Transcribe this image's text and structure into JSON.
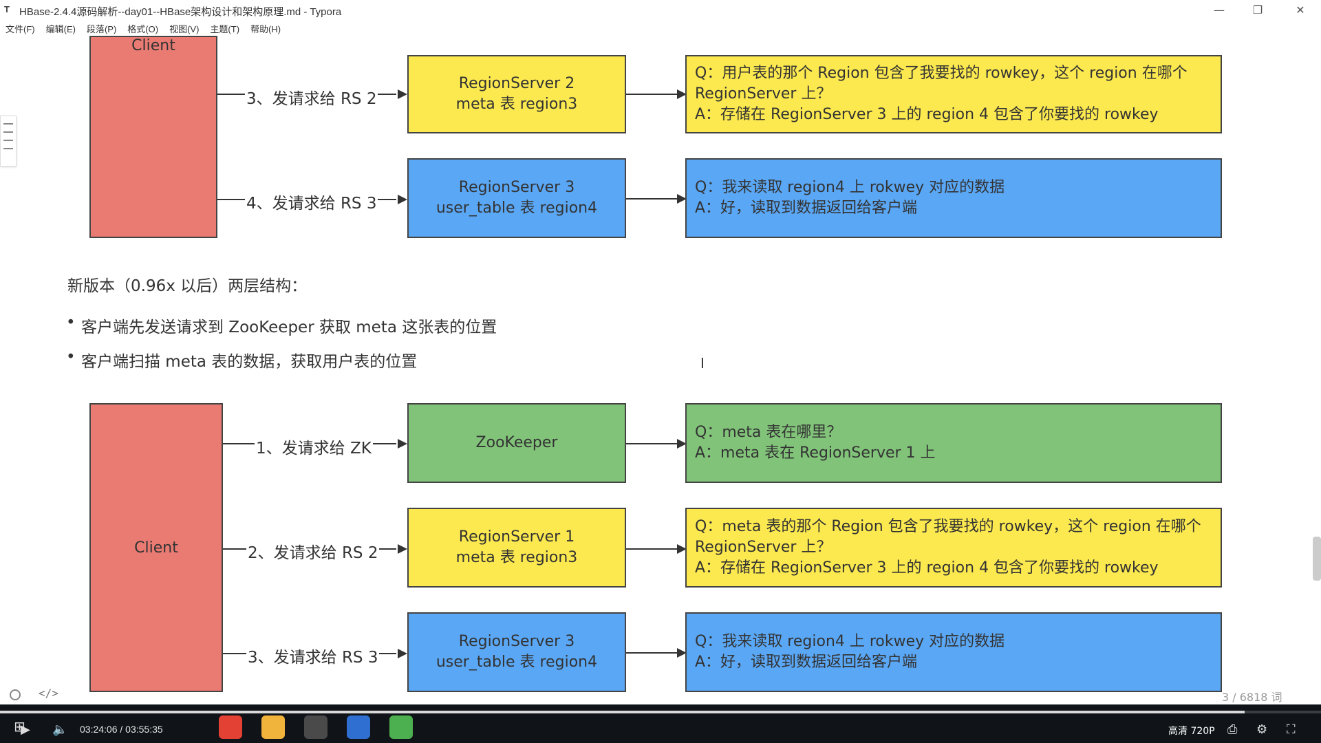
{
  "window": {
    "app_icon": "T",
    "title": "HBase-2.4.4源码解析--day01--HBase架构设计和架构原理.md - Typora"
  },
  "menu": [
    "文件(F)",
    "编辑(E)",
    "段落(P)",
    "格式(O)",
    "视图(V)",
    "主题(T)",
    "帮助(H)"
  ],
  "diagram_top": {
    "client": "Client",
    "edges": [
      "3、发请求给 RS 2",
      "4、发请求给 RS 3"
    ],
    "nodes": [
      "RegionServer 2\nmeta 表 region3",
      "RegionServer 3\nuser_table 表 region4"
    ],
    "qa": [
      "Q：用户表的那个 Region 包含了我要找的 rowkey，这个 region 在哪个 RegionServer 上？\nA：存储在 RegionServer 3 上的 region 4 包含了你要找的 rowkey",
      "Q：我来读取 region4 上 rokwey 对应的数据\nA：好，读取到数据返回给客户端"
    ]
  },
  "section": {
    "heading": "新版本（0.96x 以后）两层结构：",
    "bullets": [
      "客户端先发送请求到 ZooKeeper 获取 meta 这张表的位置",
      "客户端扫描 meta 表的数据，获取用户表的位置"
    ]
  },
  "diagram_bottom": {
    "client": "Client",
    "edges": [
      "1、发请求给 ZK",
      "2、发请求给 RS 2",
      "3、发请求给 RS 3"
    ],
    "nodes": [
      "ZooKeeper",
      "RegionServer 1\nmeta 表 region3",
      "RegionServer 3\nuser_table 表 region4"
    ],
    "qa": [
      "Q：meta 表在哪里？\nA：meta 表在 RegionServer 1 上",
      "Q：meta 表的那个 Region 包含了我要找的 rowkey，这个 region 在哪个 RegionServer 上？\nA：存储在 RegionServer 3 上的 region 4 包含了你要找的 rowkey",
      "Q：我来读取 region4 上 rokwey 对应的数据\nA：好，读取到数据返回给客户端"
    ]
  },
  "statusbar": {
    "code_icon": "</>",
    "word_count": "3 / 6818 词"
  },
  "player": {
    "time": "03:24:06 / 03:55:35",
    "quality": "高清 720P",
    "progress": 0.942,
    "task_colors": [
      "#e34133",
      "#f0b43c",
      "#4a4a4a",
      "#2f6fd1",
      "#4caf50"
    ]
  },
  "colors": {
    "client": "#ea7b73",
    "yellow": "#fce94f",
    "blue": "#5aa7f5",
    "green": "#82c37a"
  }
}
